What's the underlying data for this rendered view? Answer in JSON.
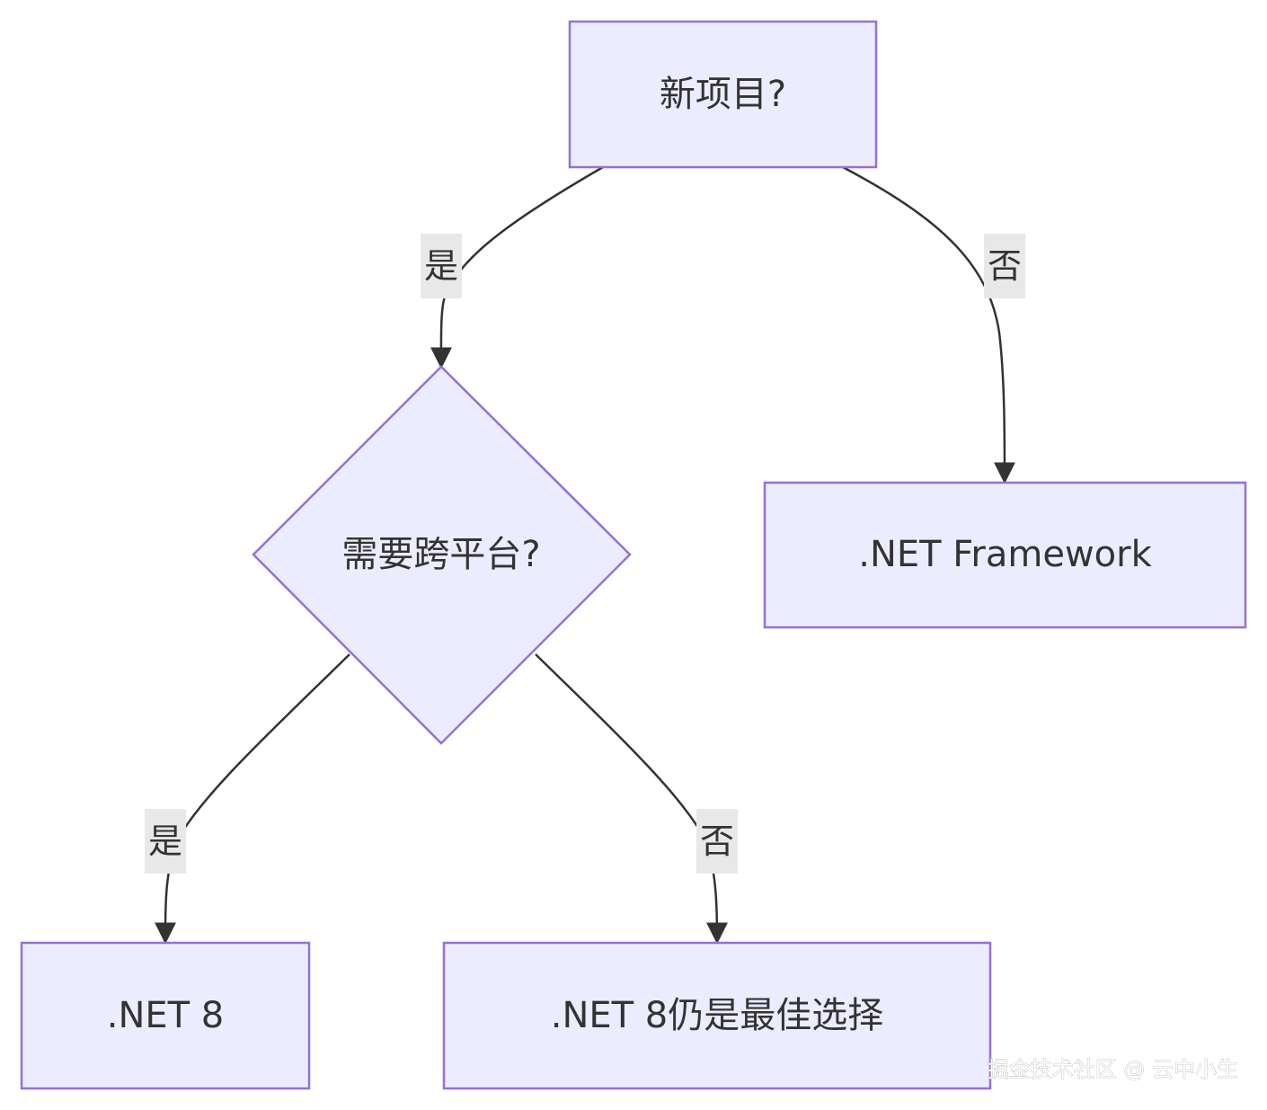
{
  "diagram": {
    "nodes": {
      "new_project": {
        "label": "新项目?"
      },
      "cross_platform": {
        "label": "需要跨平台?"
      },
      "net_framework": {
        "label": ".NET Framework"
      },
      "net8": {
        "label": ".NET 8"
      },
      "net8_best": {
        "label": ".NET 8仍是最佳选择"
      }
    },
    "edges": {
      "new_yes": {
        "label": "是"
      },
      "new_no": {
        "label": "否"
      },
      "cross_yes": {
        "label": "是"
      },
      "cross_no": {
        "label": "否"
      }
    },
    "colors": {
      "node_fill": "#ECECFF",
      "node_stroke": "#9370DB",
      "edge": "#333333",
      "edge_label_bg": "#e8e8e8"
    }
  },
  "watermark": {
    "text": "掘金技术社区 @ 云中小生"
  }
}
